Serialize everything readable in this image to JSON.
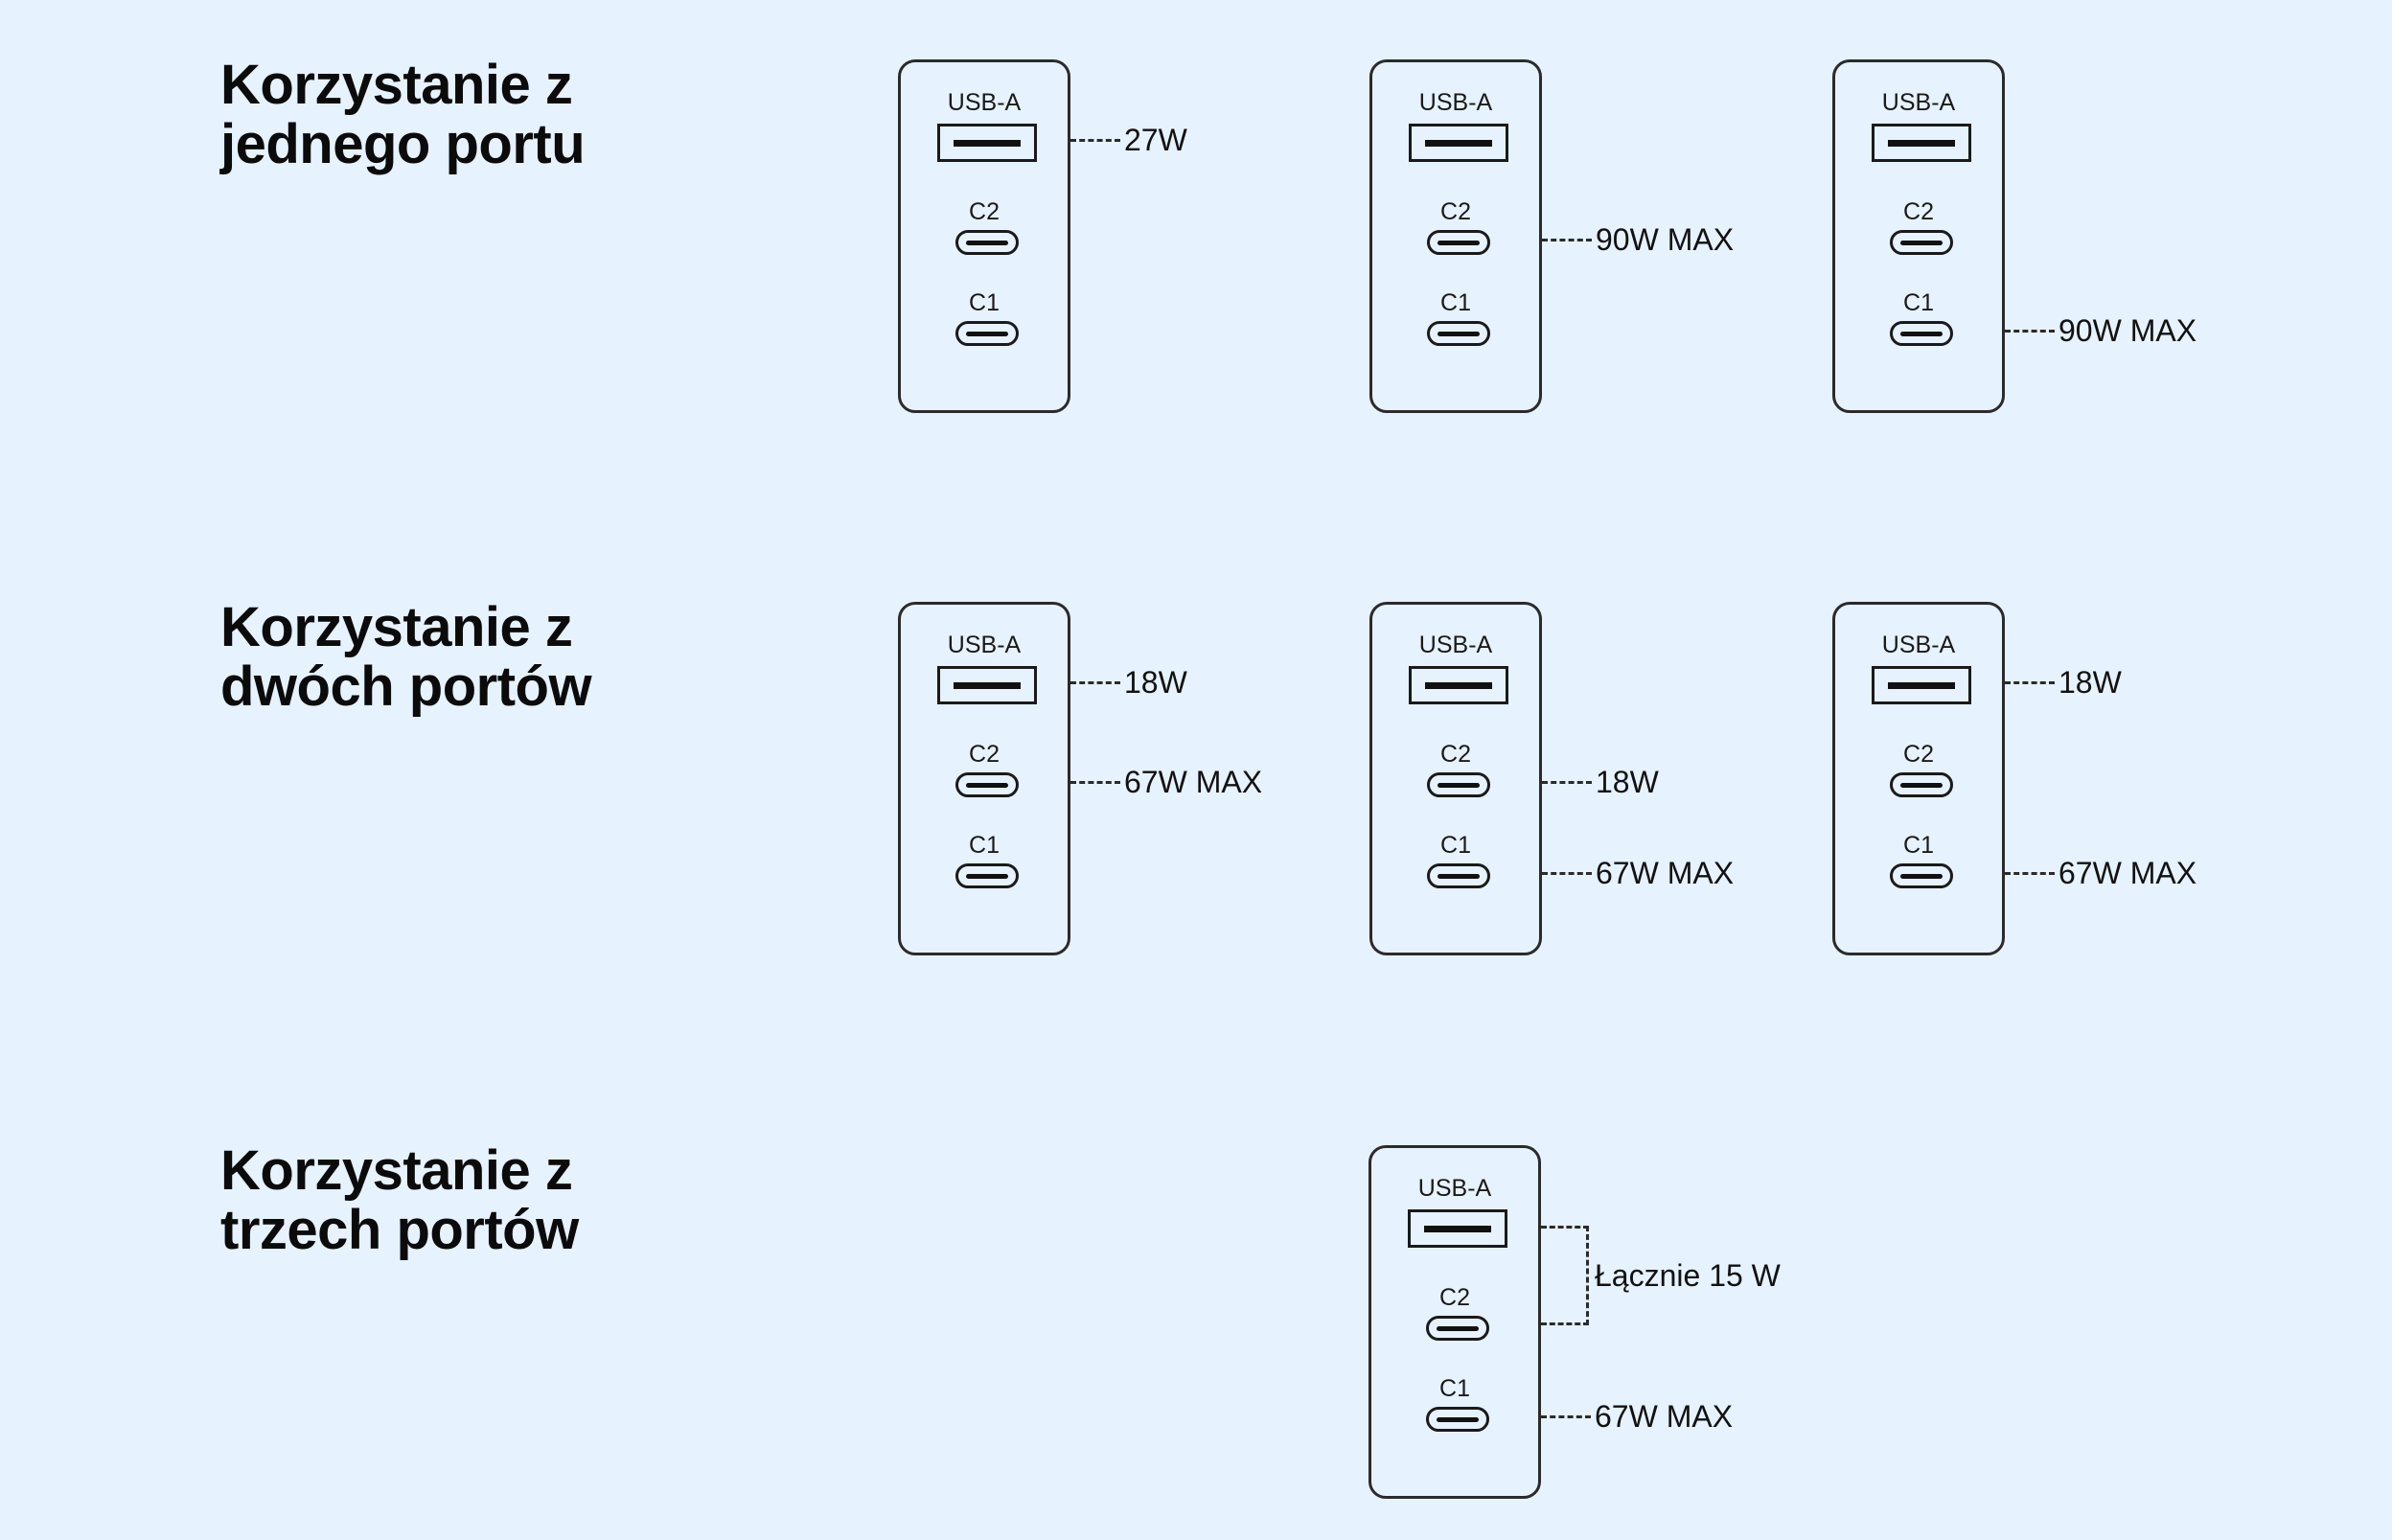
{
  "colors": {
    "background": "#e6f2fd",
    "outline": "#2b2b2b",
    "text": "#0b0b0b"
  },
  "port_labels": {
    "usb_a": "USB-A",
    "c2": "C2",
    "c1": "C1"
  },
  "sections": [
    {
      "id": "single",
      "title_lines": [
        "Korzystanie z",
        "jednego portu"
      ],
      "chargers": [
        {
          "outputs": {
            "usb_a": "27W"
          }
        },
        {
          "outputs": {
            "c2": "90W MAX"
          }
        },
        {
          "outputs": {
            "c1": "90W MAX"
          }
        }
      ]
    },
    {
      "id": "dual",
      "title_lines": [
        "Korzystanie z",
        "dwóch portów"
      ],
      "chargers": [
        {
          "outputs": {
            "usb_a": "18W",
            "c2": "67W MAX"
          }
        },
        {
          "outputs": {
            "c2": "18W",
            "c1": "67W MAX"
          }
        },
        {
          "outputs": {
            "usb_a": "18W",
            "c1": "67W MAX"
          }
        }
      ]
    },
    {
      "id": "triple",
      "title_lines": [
        "Korzystanie z",
        "trzech portów"
      ],
      "chargers": [
        {
          "outputs": {
            "c1": "67W MAX"
          },
          "combined": {
            "ports": [
              "usb_a",
              "c2"
            ],
            "label": "Łącznie 15 W"
          }
        }
      ]
    }
  ]
}
